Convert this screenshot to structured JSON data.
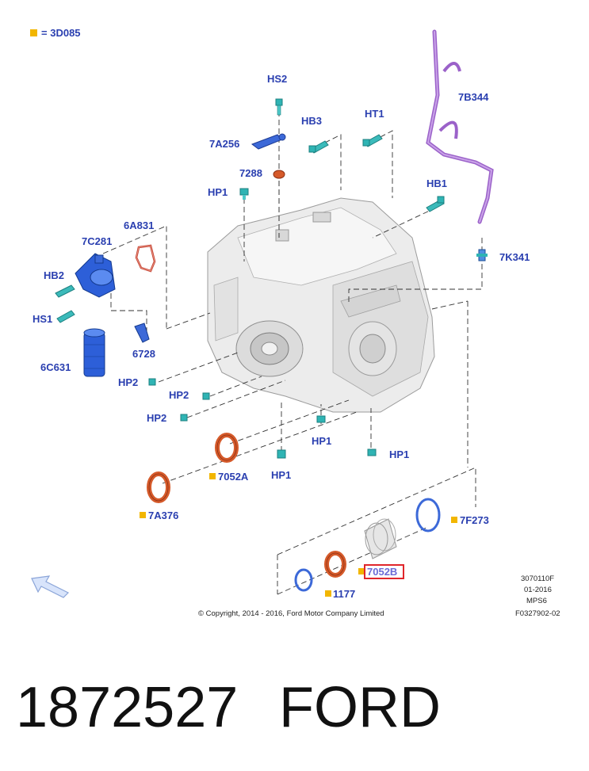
{
  "legend": {
    "code": "3D085",
    "marker_color": "#f2b600"
  },
  "parts": {
    "hs2_top": "HS2",
    "p7a256": "7A256",
    "hb3": "HB3",
    "ht1": "HT1",
    "p7288": "7288",
    "hp1_top": "HP1",
    "p7b344": "7B344",
    "hb1": "HB1",
    "p7k341": "7K341",
    "p6a831": "6A831",
    "p7c281": "7C281",
    "hb2": "HB2",
    "hs1": "HS1",
    "p6728": "6728",
    "p6c631": "6C631",
    "hp2_a": "HP2",
    "hp2_b": "HP2",
    "hp2_c": "HP2",
    "hp1_mid": "HP1",
    "hp1_right": "HP1",
    "hp1_bottom": "HP1",
    "p7052a": "7052A",
    "p7a376": "7A376",
    "p7f273": "7F273",
    "p7052b": "7052B",
    "p1177": "1177"
  },
  "highlight_color": "#e0262b",
  "label_color": "#2a3fb0",
  "info": [
    "3070110F",
    "01-2016",
    "MPS6",
    "F0327902-02"
  ],
  "copyright": "© Copyright, 2014 - 2016, Ford Motor Company Limited",
  "footer": {
    "part_number": "1872527",
    "brand": "FORD"
  }
}
